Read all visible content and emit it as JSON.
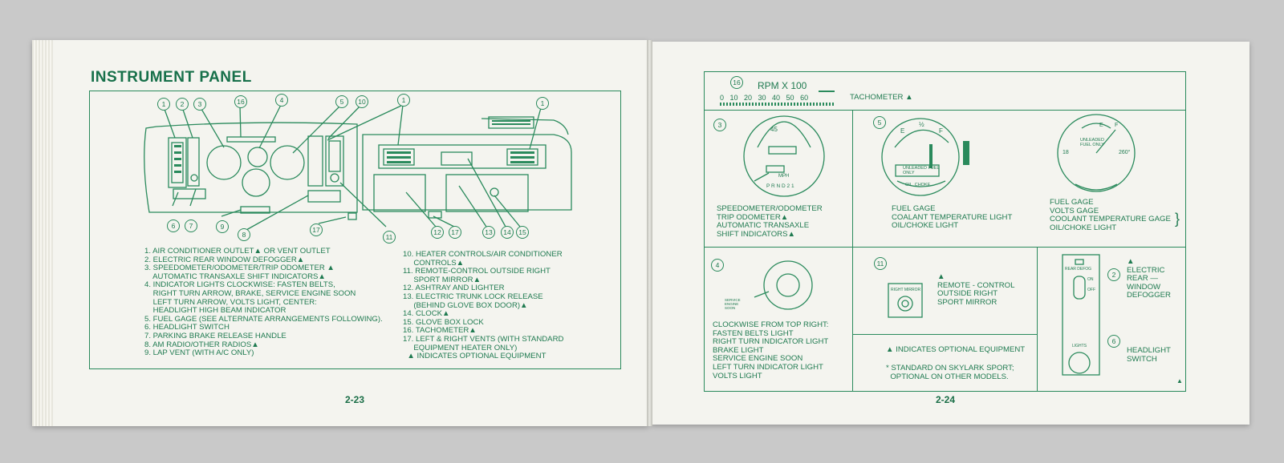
{
  "left_page": {
    "title": "INSTRUMENT PANEL",
    "page_number": "2-23",
    "callouts_top": [
      "1",
      "2",
      "3",
      "16",
      "4",
      "5",
      "10",
      "1",
      "1"
    ],
    "callouts_bottom": [
      "6",
      "7",
      "9",
      "8",
      "17",
      "11",
      "12",
      "17",
      "13",
      "14",
      "15"
    ],
    "legend_col1": "1. AIR CONDITIONER OUTLET▲ OR VENT OUTLET\n2. ELECTRIC REAR WINDOW DEFOGGER▲\n3. SPEEDOMETER/ODOMETER/TRIP ODOMETER ▲\n    AUTOMATIC TRANSAXLE SHIFT INDICATORS▲\n4. INDICATOR LIGHTS CLOCKWISE: FASTEN BELTS,\n    RIGHT TURN ARROW, BRAKE, SERVICE ENGINE SOON\n    LEFT TURN ARROW, VOLTS LIGHT, CENTER:\n    HEADLIGHT HIGH BEAM INDICATOR\n5. FUEL GAGE (SEE ALTERNATE ARRANGEMENTS FOLLOWING).\n6. HEADLIGHT SWITCH\n7. PARKING BRAKE RELEASE HANDLE\n8. AM RADIO/OTHER RADIOS▲\n9. LAP VENT (WITH A/C ONLY)",
    "legend_col2": "10. HEATER CONTROLS/AIR CONDITIONER\n     CONTROLS▲\n11. REMOTE-CONTROL OUTSIDE RIGHT\n     SPORT MIRROR▲\n12. ASHTRAY AND LIGHTER\n13. ELECTRIC TRUNK LOCK RELEASE\n     (BEHIND GLOVE BOX DOOR)▲\n14. CLOCK▲\n15. GLOVE BOX LOCK\n16. TACHOMETER▲\n17. LEFT & RIGHT VENTS (WITH STANDARD\n     EQUIPMENT HEATER ONLY)\n  ▲ INDICATES OPTIONAL EQUIPMENT"
  },
  "right_page": {
    "page_number": "2-24",
    "tach": {
      "num": "16",
      "title": "RPM X 100",
      "scale": "0   10   20   30   40   50   60",
      "label": "TACHOMETER ▲"
    },
    "speedo": {
      "num": "3",
      "caption": "SPEEDOMETER/ODOMETER\nTRIP ODOMETER▲\nAUTOMATIC TRANSAXLE\nSHIFT INDICATORS▲",
      "dial_top": "45",
      "dial_unit": "MPH",
      "dial_gear": "P R N D 2 1"
    },
    "fuel1": {
      "num": "5",
      "caption": "FUEL GAGE\nCOALANT TEMPERATURE LIGHT\nOIL/CHOKE LIGHT",
      "dial_e": "E",
      "dial_half": "½",
      "dial_f": "F",
      "dial_text": "UNLEADED FUEL\nONLY",
      "dial_warn": "OIL  CHOKE"
    },
    "fuel2": {
      "caption": "FUEL GAGE\nVOLTS GAGE\nCOOLANT TEMPERATURE GAGE\nOIL/CHOKE LIGHT",
      "dial_text": "UNLEADED\nFUEL ONLY",
      "dial_e": "E",
      "dial_f": "F",
      "dial_lo": "18",
      "dial_hi": "260°"
    },
    "indicators": {
      "num": "4",
      "caption": "CLOCKWISE FROM TOP RIGHT:\nFASTEN BELTS LIGHT\nRIGHT TURN INDICATOR LIGHT\nBRAKE LIGHT\nSERVICE ENGINE SOON\nLEFT TURN INDICATOR LIGHT\nVOLTS LIGHT",
      "dial_label": "SERVICE\nENGINE\nSOON"
    },
    "mirror": {
      "num": "11",
      "caption": "▲\nREMOTE - CONTROL\nOUTSIDE RIGHT\nSPORT MIRROR",
      "switch_label": "RIGHT MIRROR"
    },
    "defog": {
      "num": "2",
      "caption": "▲\nELECTRIC\nREAR —\nWINDOW\nDEFOGGER",
      "switch_label": "REAR DEFOG",
      "on": "ON",
      "off": "OFF"
    },
    "headlight": {
      "num": "6",
      "caption": "HEADLIGHT\nSWITCH",
      "switch_label": "LIGHTS"
    },
    "notes": {
      "optional": "▲ INDICATES OPTIONAL EQUIPMENT",
      "standard": "* STANDARD ON SKYLARK SPORT;\n  OPTIONAL ON OTHER MODELS."
    }
  }
}
